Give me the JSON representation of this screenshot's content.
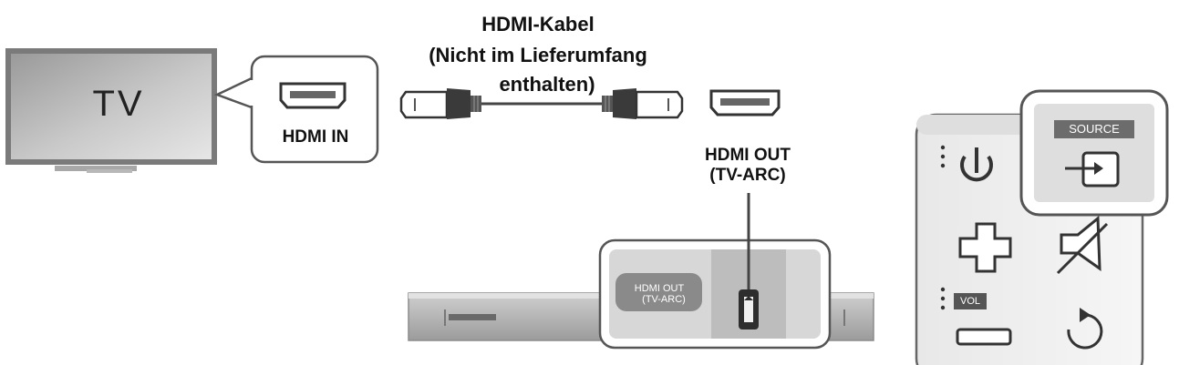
{
  "tv": {
    "label": "TV"
  },
  "tv_port": {
    "label": "HDMI IN"
  },
  "cable": {
    "line1": "HDMI-Kabel",
    "line2": "(Nicht im Lieferumfang",
    "line3": "enthalten)"
  },
  "soundbar_port": {
    "line1": "HDMI OUT",
    "line2": "(TV-ARC)"
  },
  "panel_port": {
    "line1": "HDMI OUT",
    "line2": "(TV-ARC)"
  },
  "remote": {
    "source_label": "SOURCE",
    "vol_label": "VOL"
  },
  "colors": {
    "outline": "#555555",
    "grey_light": "#d9d9d9",
    "grey_mid": "#bcbcbc",
    "grey_dark": "#8a8a8a"
  }
}
